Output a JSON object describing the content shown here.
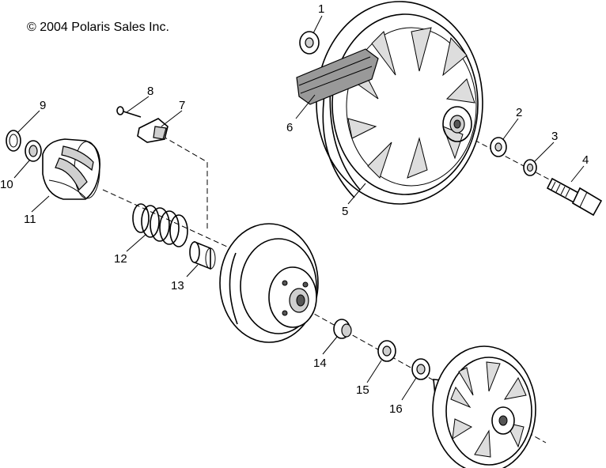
{
  "copyright": "© 2004 Polaris Sales Inc.",
  "callouts": [
    "1",
    "2",
    "3",
    "4",
    "5",
    "6",
    "7",
    "8",
    "9",
    "10",
    "11",
    "12",
    "13",
    "14",
    "15",
    "16"
  ]
}
